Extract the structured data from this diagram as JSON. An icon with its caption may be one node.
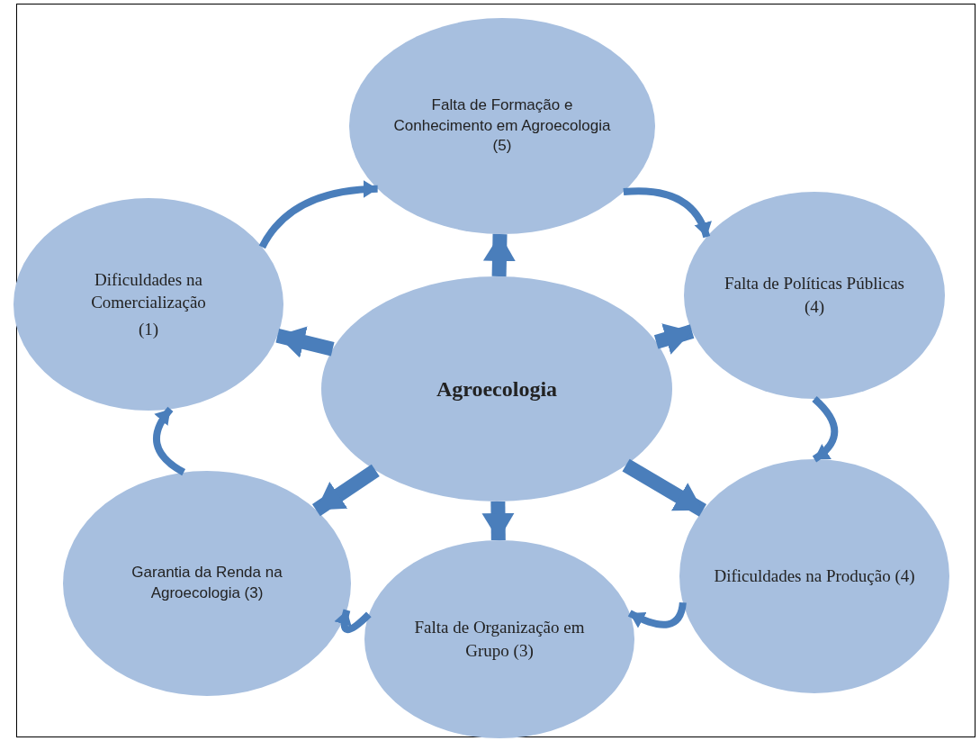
{
  "diagram": {
    "nodes": [
      {
        "text": [
          "Falta de Formação e Conhecimento em Agroecologia (5)"
        ]
      },
      {
        "text": [
          "Dificuldades na Comercialização",
          "(1)"
        ]
      },
      {
        "text": [
          "Falta de Políticas Públicas (4)"
        ]
      },
      {
        "text": [
          "Agroecologia"
        ]
      },
      {
        "text": [
          "Dificuldades na Produção (4)"
        ]
      },
      {
        "text": [
          "Garantia da Renda na Agroecologia (3)"
        ]
      },
      {
        "text": [
          "Falta de Organização em Grupo (3)"
        ]
      }
    ],
    "edges": [
      {
        "from": 3,
        "to": 0,
        "arrow": "to",
        "style": "thick"
      },
      {
        "from": 3,
        "to": 1,
        "arrow": "to",
        "style": "thick"
      },
      {
        "from": 3,
        "to": 2,
        "arrow": "to",
        "style": "thick"
      },
      {
        "from": 3,
        "to": 5,
        "arrow": "to",
        "style": "thick"
      },
      {
        "from": 3,
        "to": 6,
        "arrow": "to",
        "style": "thick"
      },
      {
        "from": 3,
        "to": 4,
        "arrow": "to",
        "style": "thick"
      },
      {
        "from": 1,
        "to": 0,
        "arrow": "to"
      },
      {
        "from": 0,
        "to": 2,
        "arrow": "to"
      },
      {
        "from": 2,
        "to": 4,
        "arrow": "to"
      },
      {
        "from": 4,
        "to": 6,
        "arrow": "to"
      },
      {
        "from": 6,
        "to": 5,
        "arrow": "to"
      },
      {
        "from": 5,
        "to": 1,
        "arrow": "to"
      }
    ]
  }
}
